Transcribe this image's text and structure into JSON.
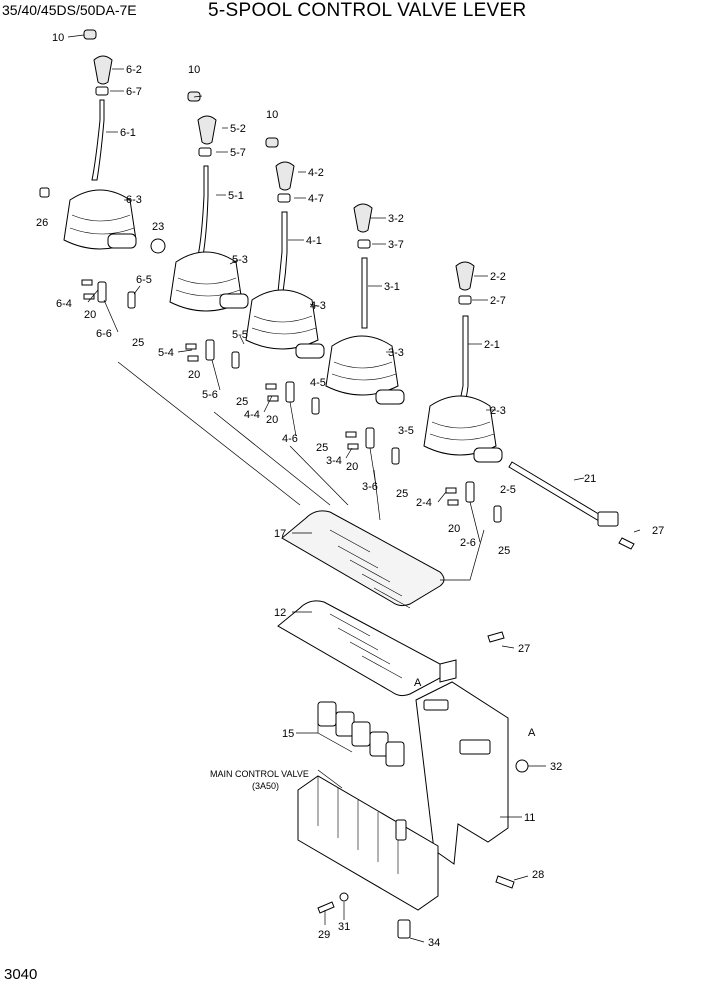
{
  "header": {
    "model": "35/40/45DS/50DA-7E",
    "title": "5-SPOOL CONTROL VALVE LEVER"
  },
  "footer": {
    "page_number": "3040"
  },
  "callouts": {
    "p10a": "10",
    "p6_2": "6-2",
    "p6_7": "6-7",
    "p6_1": "6-1",
    "p6_3": "6-3",
    "p26": "26",
    "p23": "23",
    "p6_5": "6-5",
    "p6_4": "6-4",
    "p20a": "20",
    "p6_6": "6-6",
    "p25a": "25",
    "p10b": "10",
    "p5_2": "5-2",
    "p5_7": "5-7",
    "p5_1": "5-1",
    "p5_3": "5-3",
    "p5_5": "5-5",
    "p5_4": "5-4",
    "p20b": "20",
    "p5_6": "5-6",
    "p25b": "25",
    "p10c": "10",
    "p4_2": "4-2",
    "p4_7": "4-7",
    "p4_1": "4-1",
    "p4_3": "4-3",
    "p4_5": "4-5",
    "p4_4": "4-4",
    "p20c": "20",
    "p4_6": "4-6",
    "p25c": "25",
    "p3_2": "3-2",
    "p3_7": "3-7",
    "p3_1": "3-1",
    "p3_3": "3-3",
    "p3_5": "3-5",
    "p3_4": "3-4",
    "p20d": "20",
    "p3_6": "3-6",
    "p25d": "25",
    "p2_2": "2-2",
    "p2_7": "2-7",
    "p2_1": "2-1",
    "p2_3": "2-3",
    "p21": "21",
    "p2_5": "2-5",
    "p2_4": "2-4",
    "p20e": "20",
    "p2_6": "2-6",
    "p25e": "25",
    "p27a": "27",
    "p17": "17",
    "p12": "12",
    "p27b": "27",
    "pA1": "A",
    "pA2": "A",
    "p15": "15",
    "p32": "32",
    "p11": "11",
    "p28": "28",
    "p29": "29",
    "p31": "31",
    "p34": "34"
  },
  "notes": {
    "main_valve_line1": "MAIN CONTROL VALVE",
    "main_valve_line2": "(3A50)"
  }
}
